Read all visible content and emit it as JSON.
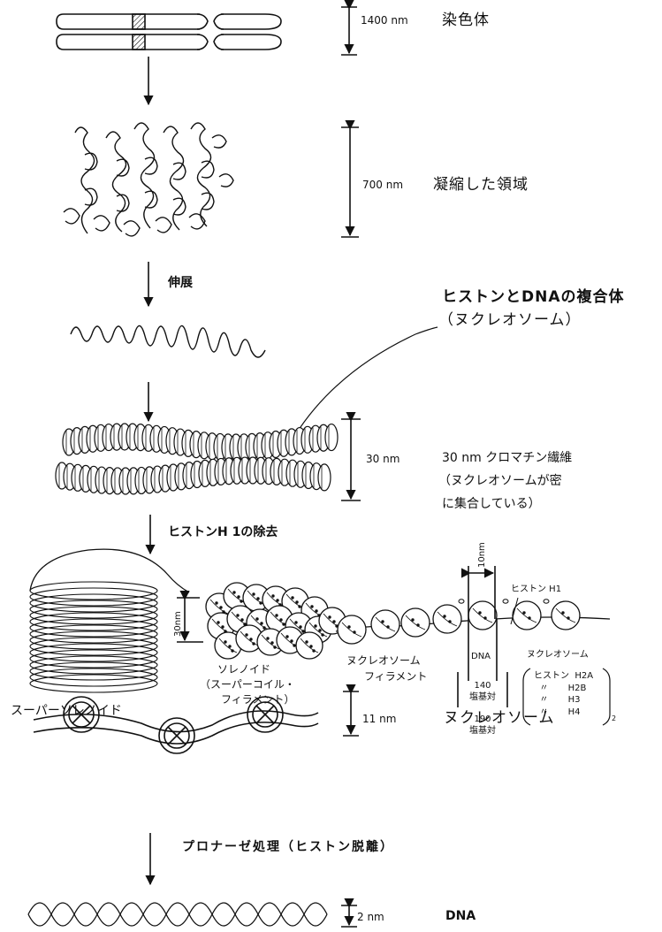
{
  "stages": {
    "chromosome": {
      "size": "1400 nm",
      "label": "染色体"
    },
    "condensed": {
      "size": "700 nm",
      "label": "凝縮した領域"
    },
    "extended": {
      "step": "伸展"
    },
    "complex": {
      "line1": "ヒストンとDNAの複合体",
      "line2": "（ヌクレオソーム）"
    },
    "fiber30": {
      "size": "30 nm",
      "label_line1": "30 nm クロマチン繊維",
      "label_line2": "（ヌクレオソームが密",
      "label_line3": "に集合している）"
    },
    "h1_removal": {
      "step": "ヒストンH 1の除去"
    },
    "detail": {
      "size_30nm": "30nm",
      "size_10nm": "10nm",
      "histone_h1": "ヒストン H1",
      "dna": "DNA",
      "bp140_num": "140",
      "bp140_unit": "塩基対",
      "bp190_num": "190",
      "bp190_unit": "塩基対",
      "nucleosome": "ヌクレオソーム",
      "histone_list": "ヒストン  H2A\n  〃       H2B\n  〃       H3\n  〃       H4",
      "subscript_2": "2",
      "solenoid_line1": "ソレノイド",
      "solenoid_line2": "（スーパーコイル・",
      "solenoid_line3": "フィラメント）",
      "filament_line1": "ヌクレオソーム",
      "filament_line2": "フィラメント",
      "supersolenoid": "スーパーソレノイド"
    },
    "nucleosome11": {
      "size": "11 nm",
      "label": "ヌクレオソーム"
    },
    "pronase": {
      "step": "プロナーゼ処理（ヒストン脱離）"
    },
    "dna": {
      "size": "2 nm",
      "label": "DNA"
    }
  }
}
